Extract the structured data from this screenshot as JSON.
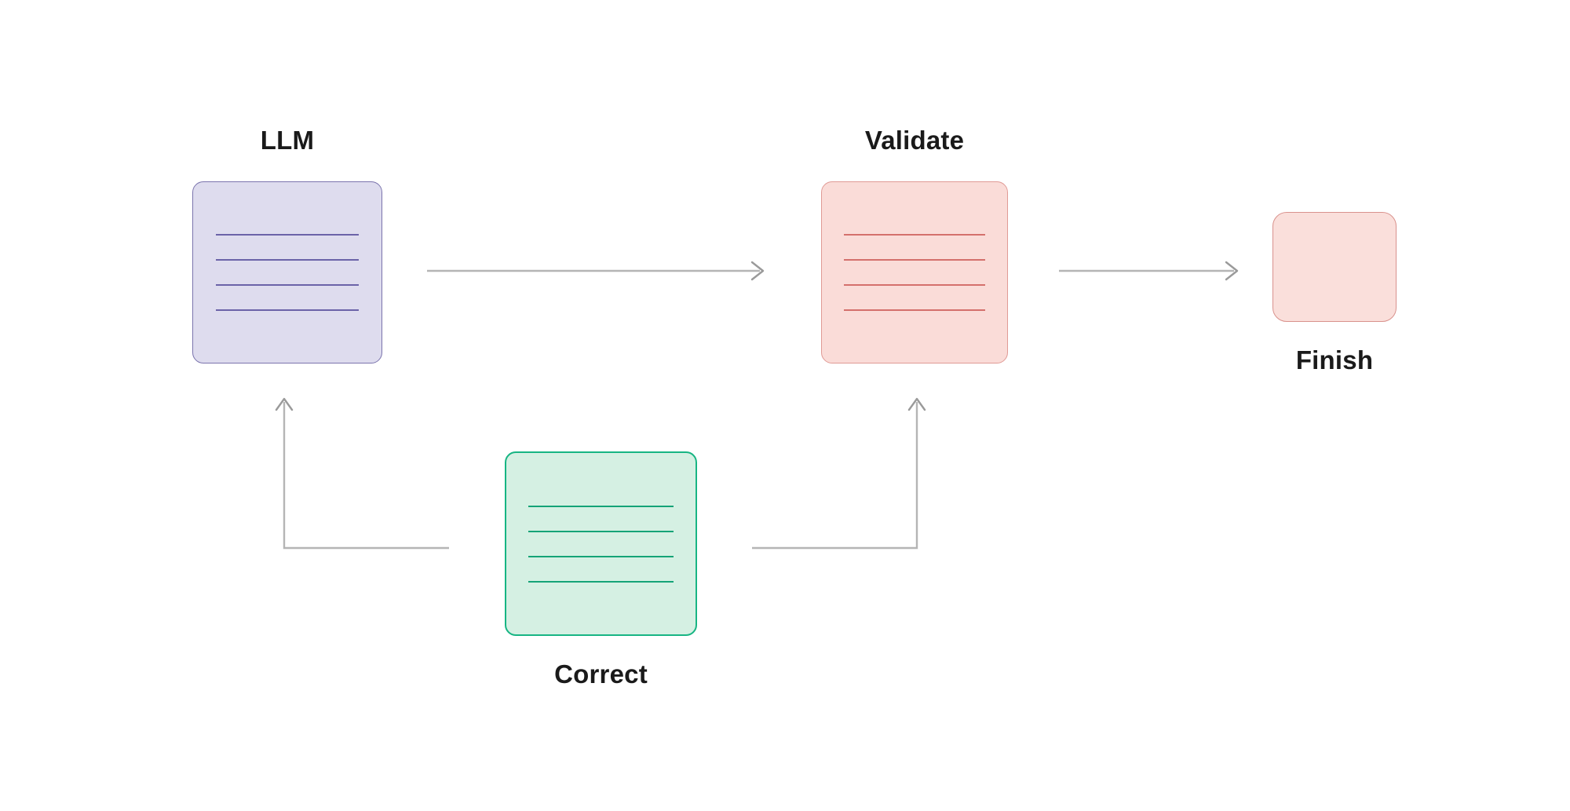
{
  "diagram": {
    "title": "LLM validate-correct feedback loop",
    "background_color": "#ffffff",
    "edge_color": "#b5b5b5",
    "label_color": "#1a1a1a"
  },
  "nodes": [
    {
      "id": "llm",
      "label": "LLM",
      "label_position": "above",
      "shape": "rounded-rectangle",
      "line_count": 4,
      "fill_color": "#dedcee",
      "border_color": "#7b74ad",
      "line_color": "#6b63a8"
    },
    {
      "id": "validate",
      "label": "Validate",
      "label_position": "above",
      "shape": "rounded-rectangle",
      "line_count": 4,
      "fill_color": "#fadcd8",
      "border_color": "#e09a95",
      "line_color": "#d4706c"
    },
    {
      "id": "correct",
      "label": "Correct",
      "label_position": "below",
      "shape": "rounded-rectangle",
      "line_count": 4,
      "fill_color": "#d5f0e3",
      "border_color": "#17b583",
      "line_color": "#15a377"
    },
    {
      "id": "finish",
      "label": "Finish",
      "label_position": "below",
      "shape": "rounded-rectangle",
      "line_count": 0,
      "fill_color": "#fadfdb",
      "border_color": "#d9928d",
      "line_color": ""
    }
  ],
  "edges": [
    {
      "id": "llm-to-validate",
      "from": "llm",
      "to": "validate",
      "style": "straight-arrow",
      "direction": "right"
    },
    {
      "id": "validate-to-finish",
      "from": "validate",
      "to": "finish",
      "style": "straight-arrow",
      "direction": "right"
    },
    {
      "id": "validate-to-correct",
      "from": "validate",
      "to": "correct",
      "style": "elbow-arrow",
      "direction": "up"
    },
    {
      "id": "correct-to-llm",
      "from": "correct",
      "to": "llm",
      "style": "elbow-arrow",
      "direction": "up"
    }
  ]
}
